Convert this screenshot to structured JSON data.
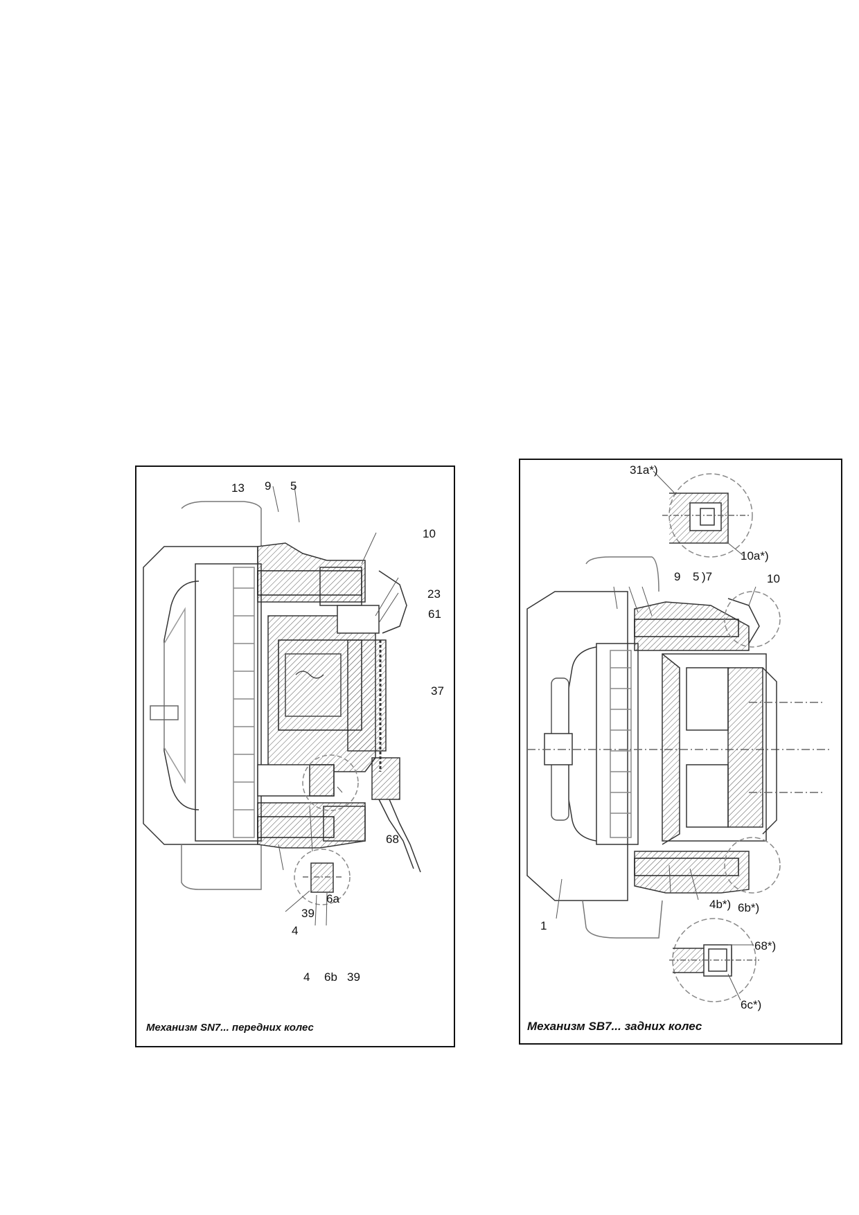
{
  "figures": [
    {
      "caption": "Механизм SN7...  передних колес",
      "labels": {
        "l13": "13",
        "l9": "9",
        "l5": "5",
        "l10": "10",
        "l23": "23",
        "l61": "61",
        "l37": "37",
        "l68": "68",
        "l6a": "6a",
        "l39a": "39",
        "l4a": "4",
        "l4b": "4",
        "l6b": "6b",
        "l39b": "39"
      }
    },
    {
      "caption": "Механизм SB7...  задних колес",
      "labels": {
        "l31a": "31a*)",
        "l10a": "10a*)",
        "l9": "9",
        "l5": "5",
        "l7": ")7",
        "l10": "10",
        "l1": "1",
        "l4b": "4b*)",
        "l6b": "6b*)",
        "l68": "68*)",
        "l6c": "6c*)"
      }
    }
  ]
}
